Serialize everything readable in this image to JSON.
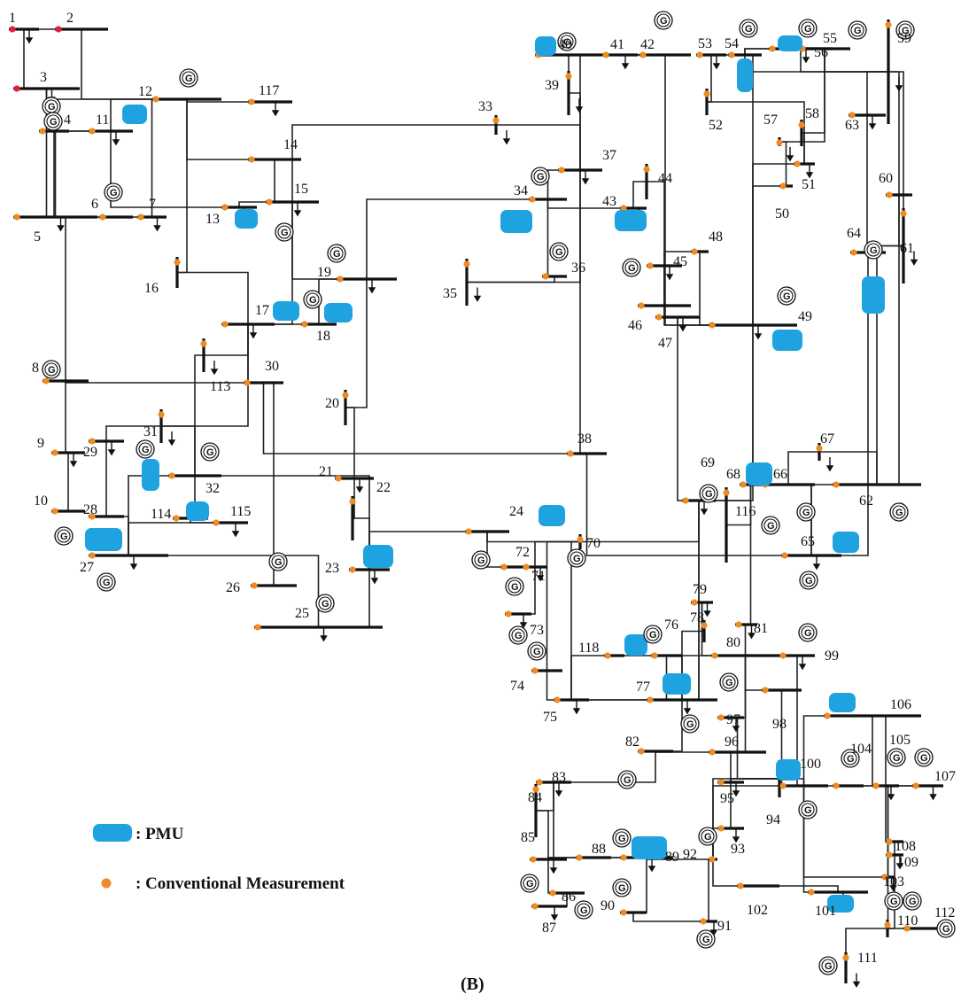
{
  "colors": {
    "pmu": "#1fa3e0",
    "meas": "#f08a24",
    "line": "#222222",
    "bus": "#111111",
    "slack": "#e0203a"
  },
  "generator_symbol": "G",
  "caption": "(B)",
  "legend": {
    "pmu_label": ": PMU",
    "meas_label": ": Conventional Measurement"
  },
  "buses": [
    {
      "id": "1",
      "label": "1"
    },
    {
      "id": "2",
      "label": "2"
    },
    {
      "id": "3",
      "label": "3"
    },
    {
      "id": "4",
      "label": "4"
    },
    {
      "id": "5",
      "label": "5"
    },
    {
      "id": "6",
      "label": "6"
    },
    {
      "id": "7",
      "label": "7"
    },
    {
      "id": "8",
      "label": "8"
    },
    {
      "id": "9",
      "label": "9"
    },
    {
      "id": "10",
      "label": "10"
    },
    {
      "id": "11",
      "label": "11"
    },
    {
      "id": "12",
      "label": "12"
    },
    {
      "id": "13",
      "label": "13"
    },
    {
      "id": "14",
      "label": "14"
    },
    {
      "id": "15",
      "label": "15"
    },
    {
      "id": "16",
      "label": "16"
    },
    {
      "id": "17",
      "label": "17"
    },
    {
      "id": "18",
      "label": "18"
    },
    {
      "id": "19",
      "label": "19"
    },
    {
      "id": "20",
      "label": "20"
    },
    {
      "id": "21",
      "label": "21"
    },
    {
      "id": "22",
      "label": "22"
    },
    {
      "id": "23",
      "label": "23"
    },
    {
      "id": "24",
      "label": "24"
    },
    {
      "id": "25",
      "label": "25"
    },
    {
      "id": "26",
      "label": "26"
    },
    {
      "id": "27",
      "label": "27"
    },
    {
      "id": "28",
      "label": "28"
    },
    {
      "id": "29",
      "label": "29"
    },
    {
      "id": "30",
      "label": "30"
    },
    {
      "id": "31",
      "label": "31"
    },
    {
      "id": "32",
      "label": "32"
    },
    {
      "id": "33",
      "label": "33"
    },
    {
      "id": "34",
      "label": "34"
    },
    {
      "id": "35",
      "label": "35"
    },
    {
      "id": "36",
      "label": "36"
    },
    {
      "id": "37",
      "label": "37"
    },
    {
      "id": "38",
      "label": "38"
    },
    {
      "id": "39",
      "label": "39"
    },
    {
      "id": "40",
      "label": "40"
    },
    {
      "id": "41",
      "label": "41"
    },
    {
      "id": "42",
      "label": "42"
    },
    {
      "id": "43",
      "label": "43"
    },
    {
      "id": "44",
      "label": "44"
    },
    {
      "id": "45",
      "label": "45"
    },
    {
      "id": "46",
      "label": "46"
    },
    {
      "id": "47",
      "label": "47"
    },
    {
      "id": "48",
      "label": "48"
    },
    {
      "id": "49",
      "label": "49"
    },
    {
      "id": "50",
      "label": "50"
    },
    {
      "id": "51",
      "label": "51"
    },
    {
      "id": "52",
      "label": "52"
    },
    {
      "id": "53",
      "label": "53"
    },
    {
      "id": "54",
      "label": "54"
    },
    {
      "id": "55",
      "label": "55"
    },
    {
      "id": "56",
      "label": "56"
    },
    {
      "id": "57",
      "label": "57"
    },
    {
      "id": "58",
      "label": "58"
    },
    {
      "id": "59",
      "label": "59"
    },
    {
      "id": "60",
      "label": "60"
    },
    {
      "id": "61",
      "label": "61"
    },
    {
      "id": "62",
      "label": "62"
    },
    {
      "id": "63",
      "label": "63"
    },
    {
      "id": "64",
      "label": "64"
    },
    {
      "id": "65",
      "label": "65"
    },
    {
      "id": "66",
      "label": "66"
    },
    {
      "id": "67",
      "label": "67"
    },
    {
      "id": "68",
      "label": "68"
    },
    {
      "id": "69",
      "label": "69"
    },
    {
      "id": "70",
      "label": "70"
    },
    {
      "id": "71",
      "label": "71"
    },
    {
      "id": "72",
      "label": "72"
    },
    {
      "id": "73",
      "label": "73"
    },
    {
      "id": "74",
      "label": "74"
    },
    {
      "id": "75",
      "label": "75"
    },
    {
      "id": "76",
      "label": "76"
    },
    {
      "id": "77",
      "label": "77"
    },
    {
      "id": "78",
      "label": "78"
    },
    {
      "id": "79",
      "label": "79"
    },
    {
      "id": "80",
      "label": "80"
    },
    {
      "id": "81",
      "label": "81"
    },
    {
      "id": "82",
      "label": "82"
    },
    {
      "id": "83",
      "label": "83"
    },
    {
      "id": "84",
      "label": "84"
    },
    {
      "id": "85",
      "label": "85"
    },
    {
      "id": "86",
      "label": "86"
    },
    {
      "id": "87",
      "label": "87"
    },
    {
      "id": "88",
      "label": "88"
    },
    {
      "id": "89",
      "label": "89"
    },
    {
      "id": "90",
      "label": "90"
    },
    {
      "id": "91",
      "label": "91"
    },
    {
      "id": "92",
      "label": "92"
    },
    {
      "id": "93",
      "label": "93"
    },
    {
      "id": "94",
      "label": "94"
    },
    {
      "id": "95",
      "label": "95"
    },
    {
      "id": "96",
      "label": "96"
    },
    {
      "id": "97",
      "label": "97"
    },
    {
      "id": "98",
      "label": "98"
    },
    {
      "id": "99",
      "label": "99"
    },
    {
      "id": "100",
      "label": "100"
    },
    {
      "id": "101",
      "label": "101"
    },
    {
      "id": "102",
      "label": "102"
    },
    {
      "id": "103",
      "label": "103"
    },
    {
      "id": "104",
      "label": "104"
    },
    {
      "id": "105",
      "label": "105"
    },
    {
      "id": "106",
      "label": "106"
    },
    {
      "id": "107",
      "label": "107"
    },
    {
      "id": "108",
      "label": "108"
    },
    {
      "id": "109",
      "label": "109"
    },
    {
      "id": "110",
      "label": "110"
    },
    {
      "id": "111",
      "label": "111"
    },
    {
      "id": "112",
      "label": "112"
    },
    {
      "id": "113",
      "label": "113"
    },
    {
      "id": "114",
      "label": "114"
    },
    {
      "id": "115",
      "label": "115"
    },
    {
      "id": "116",
      "label": "116"
    },
    {
      "id": "117",
      "label": "117"
    },
    {
      "id": "118",
      "label": "118"
    }
  ],
  "pmu_buses": [
    "11",
    "13",
    "17",
    "18",
    "23",
    "24",
    "27",
    "31",
    "34",
    "40",
    "43",
    "49",
    "54",
    "56",
    "61",
    "65",
    "66",
    "76",
    "77",
    "89",
    "100",
    "101",
    "106",
    "114"
  ],
  "generator_buses": [
    "4",
    "6",
    "8",
    "10",
    "12",
    "15",
    "18",
    "19",
    "24",
    "25",
    "26",
    "27",
    "31",
    "32",
    "34",
    "36",
    "40",
    "42",
    "46",
    "49",
    "54",
    "55",
    "56",
    "59",
    "61",
    "62",
    "65",
    "66",
    "69",
    "70",
    "72",
    "73",
    "74",
    "76",
    "77",
    "80",
    "82",
    "85",
    "87",
    "89",
    "90",
    "91",
    "92",
    "99",
    "100",
    "103",
    "104",
    "105",
    "107",
    "110",
    "111",
    "112",
    "113",
    "116"
  ],
  "measurement_count": 118
}
